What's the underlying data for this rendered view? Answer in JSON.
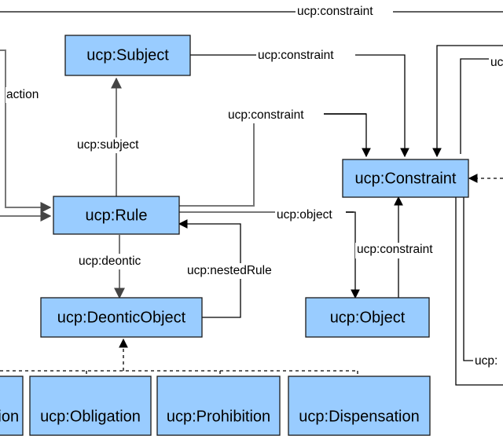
{
  "nodes": {
    "subject": "ucp:Subject",
    "rule": "ucp:Rule",
    "deontic_object": "ucp:DeonticObject",
    "constraint": "ucp:Constraint",
    "object": "ucp:Object",
    "permission_partial": "tion",
    "obligation": "ucp:Obligation",
    "prohibition": "ucp:Prohibition",
    "dispensation": "ucp:Dispensation"
  },
  "edges": {
    "constraint_top": "ucp:constraint",
    "action_partial": "action",
    "subject_constraint": "ucp:constraint",
    "rule_constraint": "ucp:constraint",
    "subject": "ucp:subject",
    "object": "ucp:object",
    "deontic": "ucp:deontic",
    "nested_rule": "ucp:nestedRule",
    "object_constraint": "ucp:constraint",
    "right_top_partial": "uc",
    "right_bottom_partial": "ucp:"
  },
  "colors": {
    "node_fill": "#99ccff",
    "node_stroke": "#1a1a1a",
    "line": "#000000"
  }
}
